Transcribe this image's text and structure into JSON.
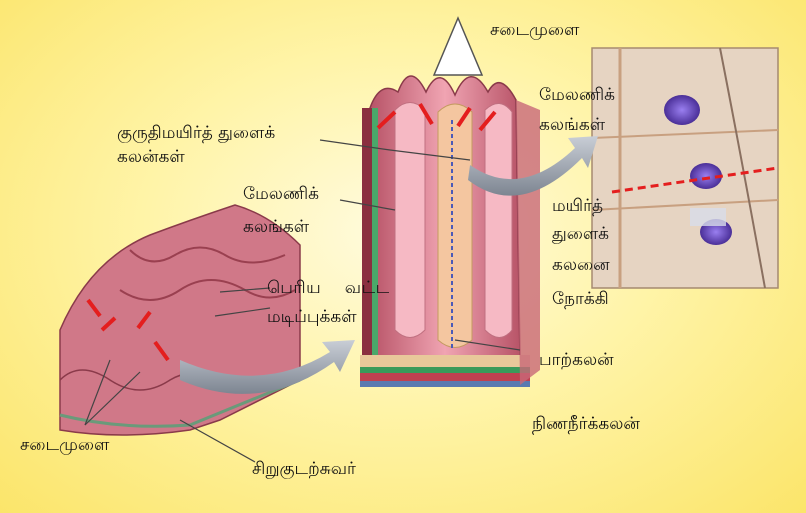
{
  "labels": {
    "villi_top": "சடைமுளை",
    "capillary_vessels_line1": "குருதிமயிர்த் துளைக்",
    "capillary_vessels_line2": "கலன்கள்",
    "epithelial_mid_line1": "மேலணிக்",
    "epithelial_mid_line2": "கலங்கள்",
    "epithelial_right_line1": "மேலணிக்",
    "epithelial_right_line2": "கலங்கள்",
    "toward_capillary_line1": "மயிர்த்",
    "toward_capillary_line2": "துளைக்",
    "toward_capillary_line3": "கலனை",
    "toward_capillary_line4": "நோக்கி",
    "circular_folds_line1": "பெரிய    வட்ட",
    "circular_folds_line2": "மடிப்புக்கள்",
    "lacteal": "பாற்கலன்",
    "lymph_vessel": "நிணநீர்க்கலன்",
    "villi_bottom": "சடைமுளை",
    "intestinal_wall": "சிறுகுடற்சுவர்"
  },
  "colors": {
    "background": "#fbe56a",
    "tissue_pink": "#d9788a",
    "arrow_red": "#e41e1e",
    "flow_arrow": "#8a93a0",
    "cell_nucleus": "#5a3fa8"
  }
}
